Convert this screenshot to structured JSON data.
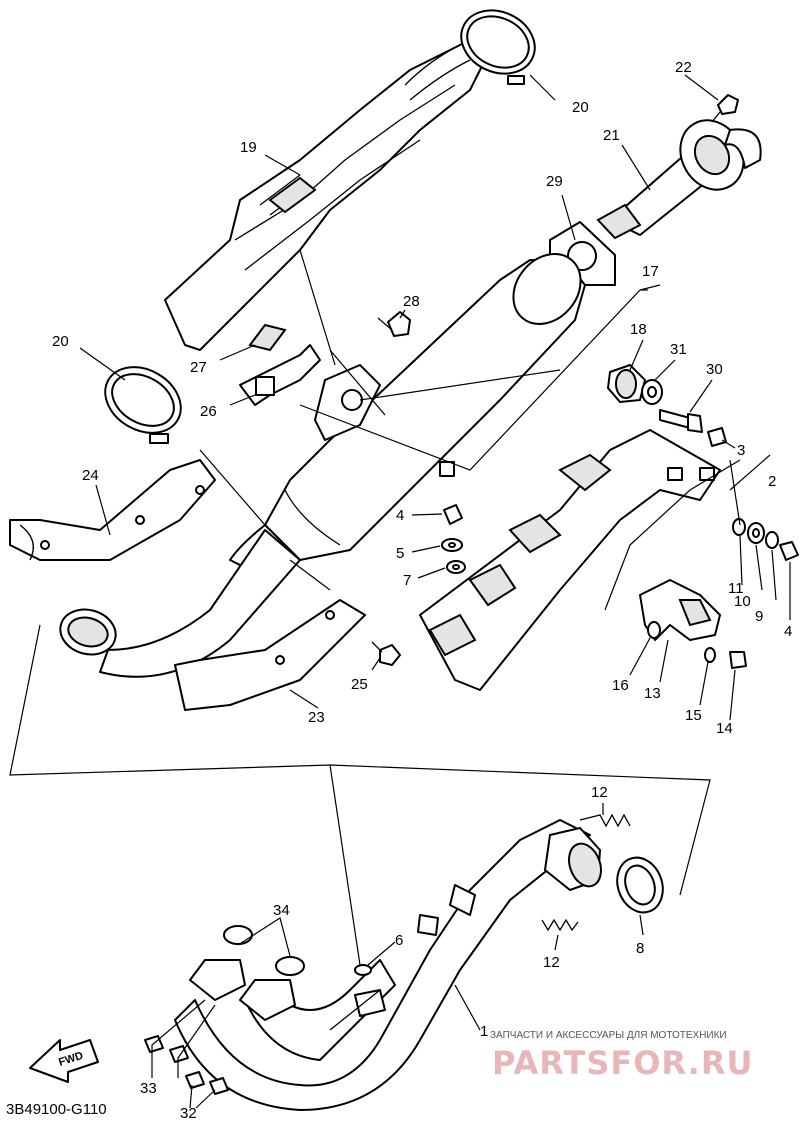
{
  "diagram_code": "3B49100-G110",
  "fwd_label": "FWD",
  "watermark": {
    "tagline": "ЗАПЧАСТИ И АКСЕССУАРЫ ДЛЯ МОТОТЕХНИКИ",
    "brand": "PARTSFOR.RU"
  },
  "callouts": {
    "c1": "1",
    "c2": "2",
    "c3": "3",
    "c4a": "4",
    "c4b": "4",
    "c5": "5",
    "c6": "6",
    "c7": "7",
    "c8": "8",
    "c9": "9",
    "c10": "10",
    "c11": "11",
    "c12a": "12",
    "c12b": "12",
    "c13": "13",
    "c14": "14",
    "c15": "15",
    "c16": "16",
    "c17": "17",
    "c18": "18",
    "c19": "19",
    "c20a": "20",
    "c20b": "20",
    "c21": "21",
    "c22": "22",
    "c23": "23",
    "c24": "24",
    "c25": "25",
    "c26": "26",
    "c27": "27",
    "c28": "28",
    "c29": "29",
    "c30": "30",
    "c31": "31",
    "c32": "32",
    "c33": "33",
    "c34": "34"
  }
}
